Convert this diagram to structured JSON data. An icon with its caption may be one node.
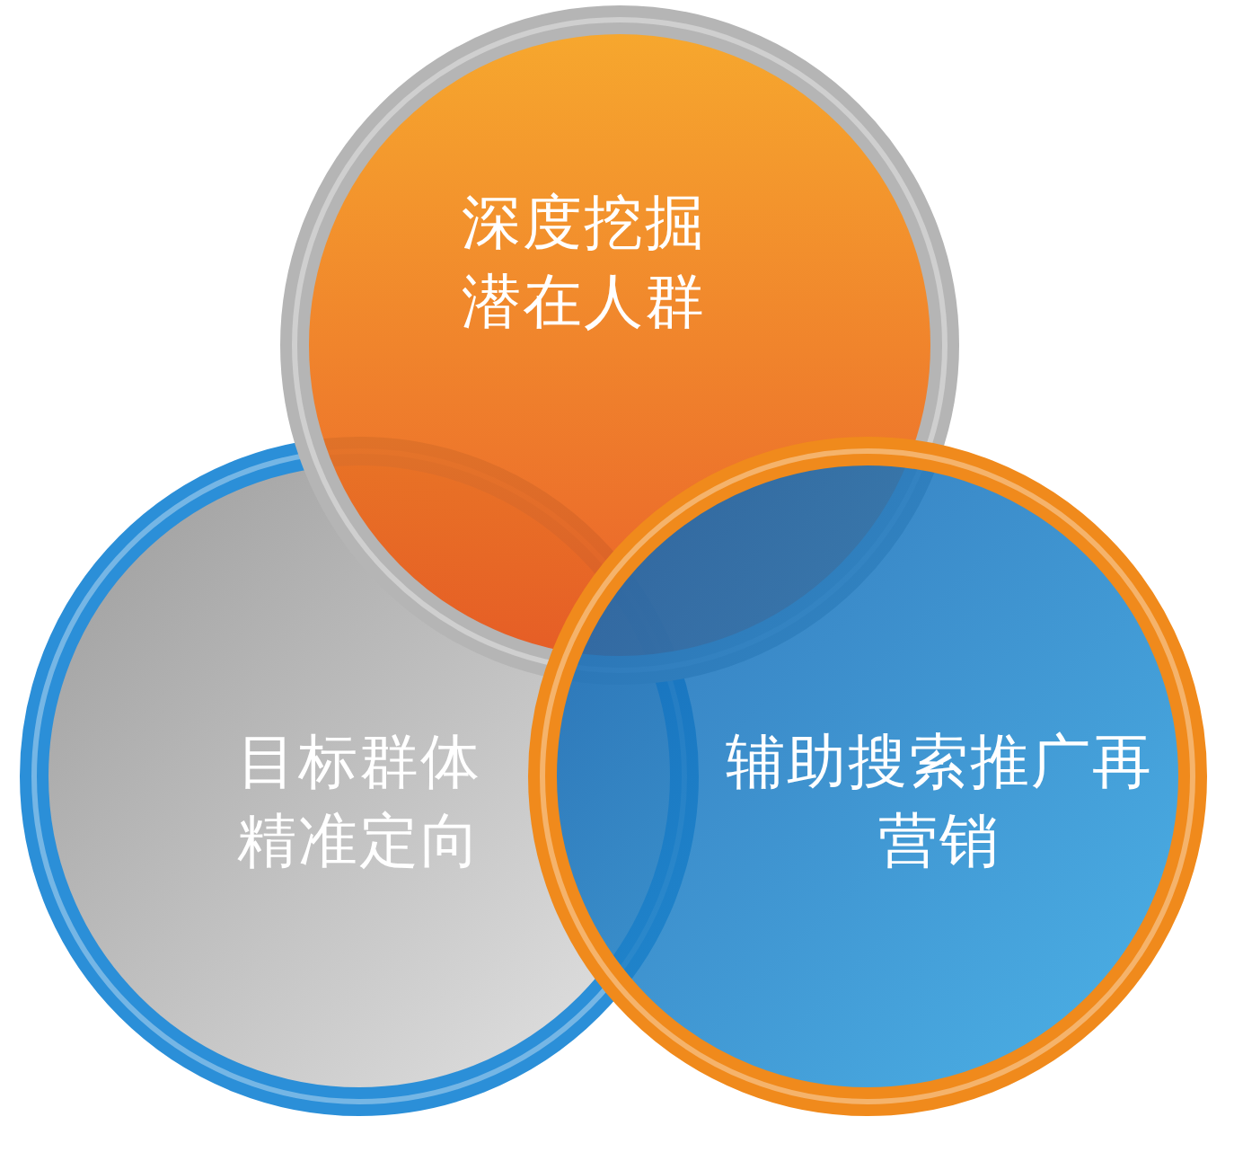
{
  "diagram": {
    "nodes": [
      {
        "text": [
          "深度挖掘潜在人群"
        ]
      },
      {
        "text": [
          "目标群体精准定向"
        ]
      },
      {
        "text": [
          "辅助搜索推广再营销"
        ]
      }
    ]
  }
}
